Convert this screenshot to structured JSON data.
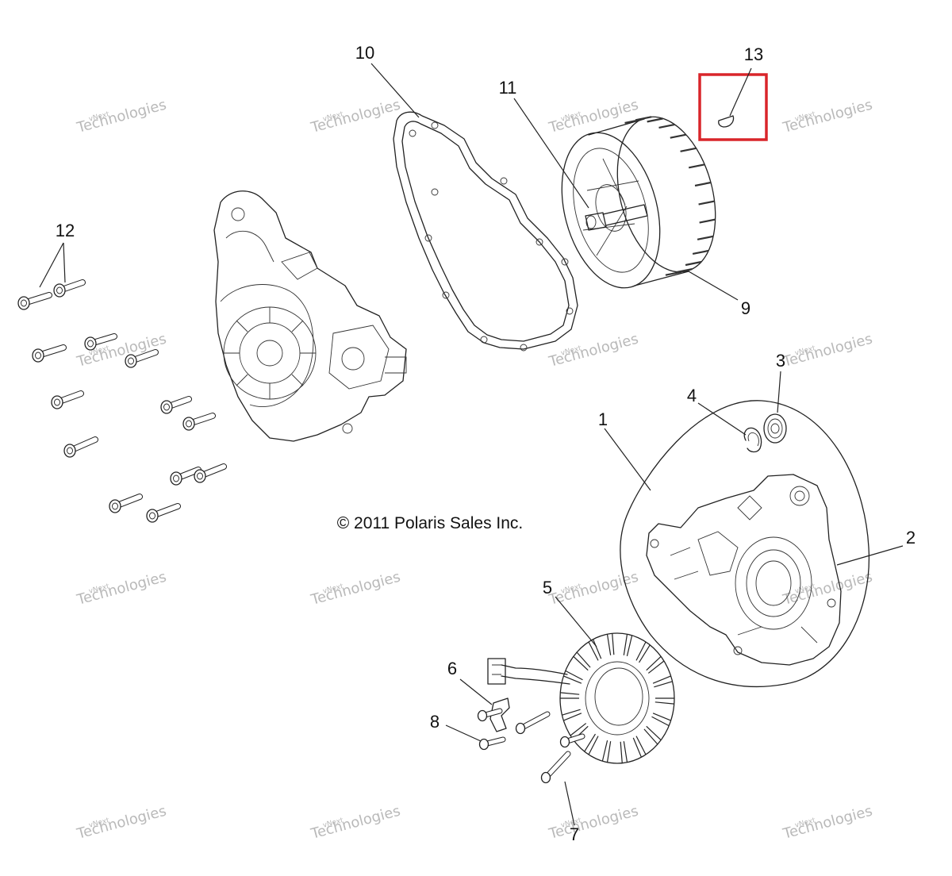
{
  "callouts": {
    "c1": "1",
    "c2": "2",
    "c3": "3",
    "c4": "4",
    "c5": "5",
    "c6": "6",
    "c7": "7",
    "c8": "8",
    "c9": "9",
    "c10": "10",
    "c11": "11",
    "c12": "12",
    "c13": "13"
  },
  "copyright": "© 2011 Polaris Sales Inc.",
  "watermark": {
    "line1": "vNext",
    "line2": "Technologies"
  },
  "highlight": {
    "part": "13",
    "color": "#d9252a"
  },
  "colors": {
    "line": "#222222",
    "watermark": "#b9b9b9"
  }
}
